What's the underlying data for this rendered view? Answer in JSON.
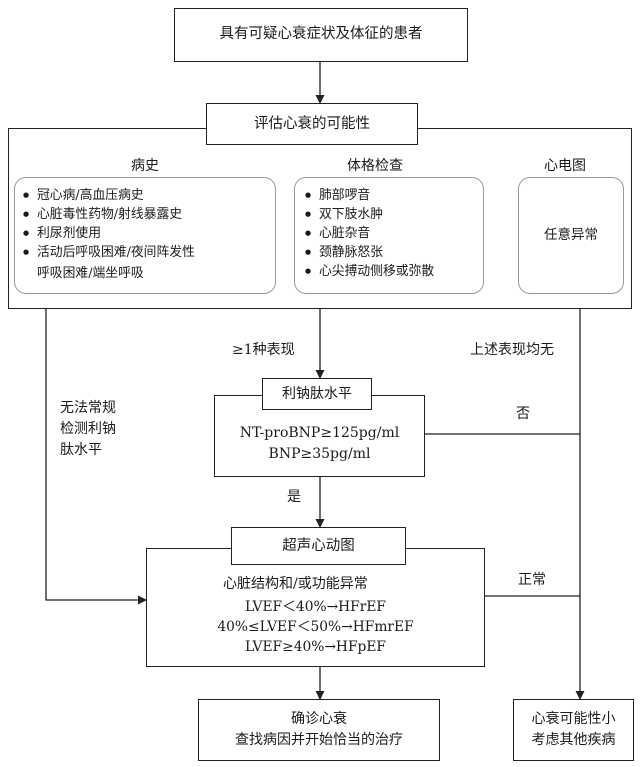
{
  "patient": "具有可疑心衰症状及体征的患者",
  "assess": "评估心衰的可能性",
  "history": {
    "title": "病史",
    "items": [
      "冠心病/高血压病史",
      "心脏毒性药物/射线暴露史",
      "利尿剂使用",
      "活动后呼吸困难/夜间阵发性"
    ],
    "continuation": "呼吸困难/端坐呼吸"
  },
  "exam": {
    "title": "体格检查",
    "items": [
      "肺部啰音",
      "双下肢水肿",
      "心脏杂音",
      "颈静脉怒张",
      "心尖搏动侧移或弥散"
    ]
  },
  "ecg": {
    "title": "心电图",
    "text": "任意异常"
  },
  "edges": {
    "one_or_more": "≥1种表现",
    "none": "上述表现均无",
    "no_bnp": [
      "无法常规",
      "检测利钠",
      "肽水平"
    ],
    "no": "否",
    "yes": "是",
    "normal": "正常"
  },
  "bnp": {
    "title": "利钠肽水平",
    "lines": [
      "NT-proBNP≥125pg/ml",
      "BNP≥35pg/ml"
    ]
  },
  "echo": {
    "title": "超声心动图",
    "heading": "心脏结构和/或功能异常",
    "lines": [
      "LVEF＜40%→HFrEF",
      "40%≤LVEF＜50%→HFmrEF",
      "LVEF≥40%→HFpEF"
    ]
  },
  "diagnosis": [
    "确诊心衰",
    "查找病因并开始恰当的治疗"
  ],
  "unlikely": [
    "心衰可能性小",
    "考虑其他疾病"
  ]
}
